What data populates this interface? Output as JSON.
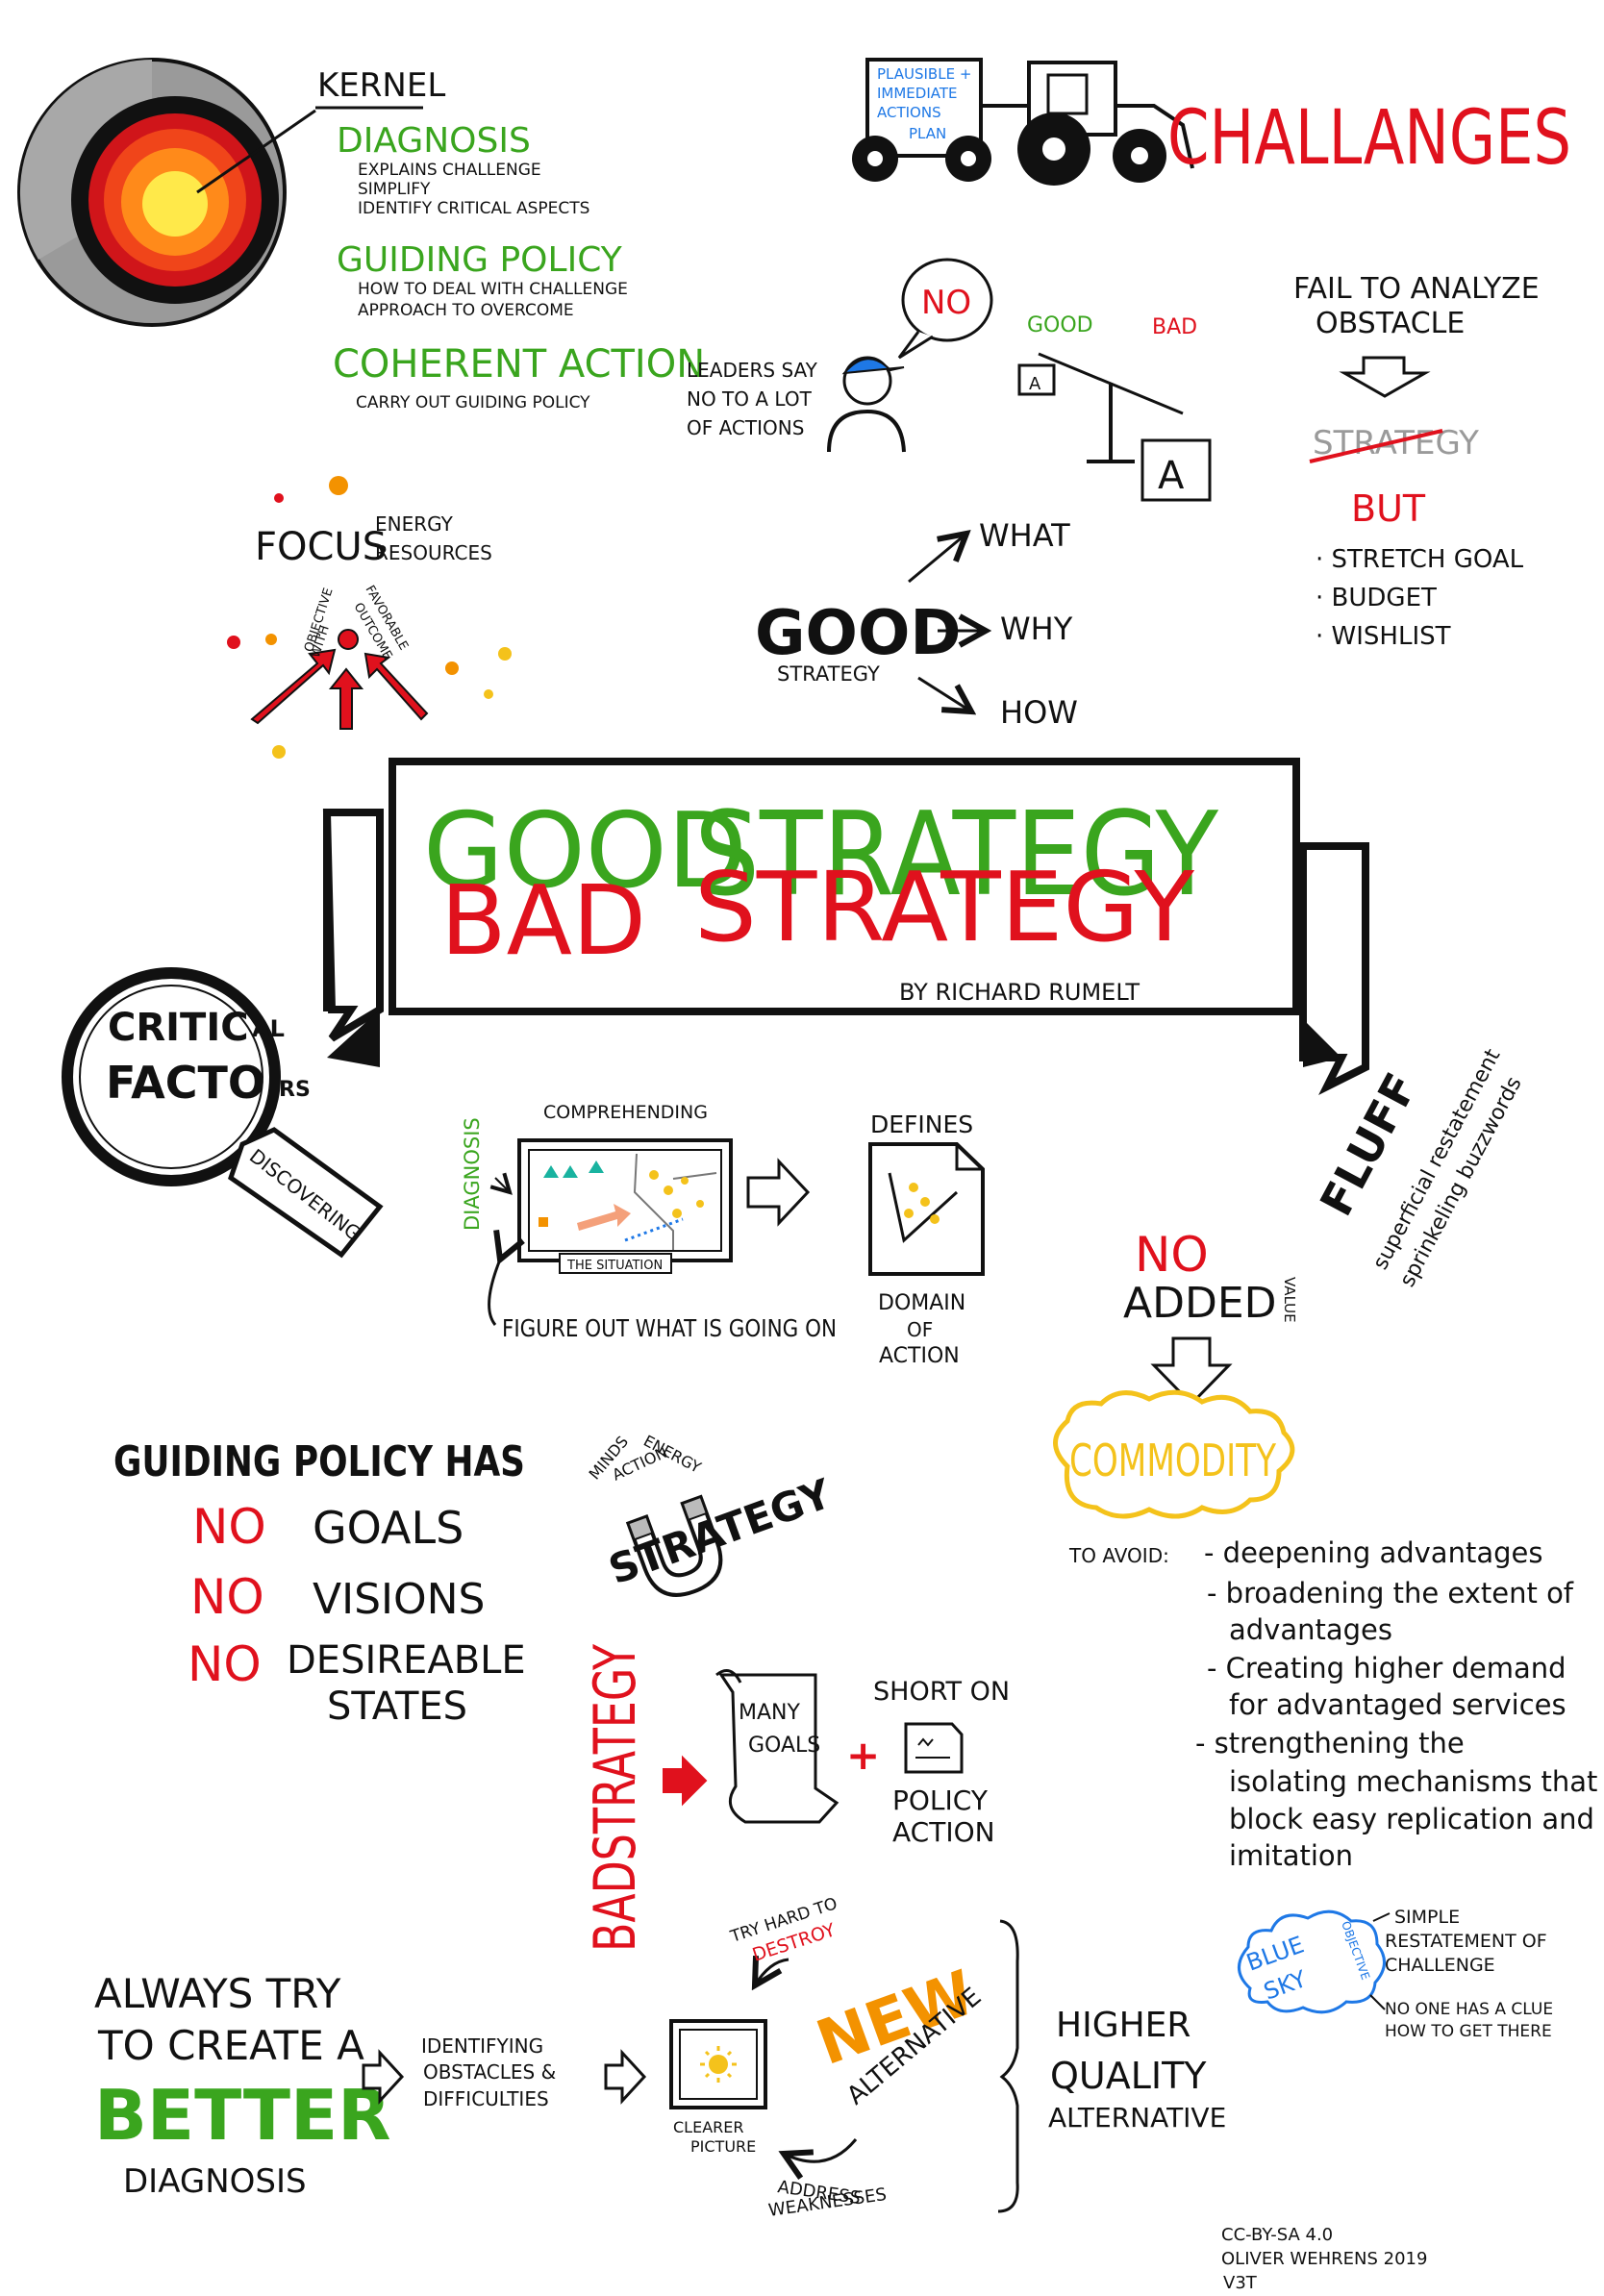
{
  "colors": {
    "green": "#3aa51e",
    "red": "#e0111d",
    "orange": "#f39200",
    "yellow": "#f4c21b",
    "blue": "#1e78e6",
    "black": "#111111",
    "grey": "#9a9a9a"
  },
  "kernel": {
    "title": "KERNEL",
    "diagnosis": {
      "heading": "DIAGNOSIS",
      "lines": [
        "EXPLAINS CHALLENGE",
        "SIMPLIFY",
        "IDENTIFY CRITICAL ASPECTS"
      ]
    },
    "guiding_policy": {
      "heading": "GUIDING POLICY",
      "lines": [
        "HOW TO DEAL WITH CHALLENGE",
        "APPROACH TO OVERCOME"
      ]
    },
    "coherent_action": {
      "heading": "COHERENT ACTION",
      "lines": [
        "CARRY OUT GUIDING POLICY"
      ]
    }
  },
  "challenges": {
    "title": "CHALLANGES",
    "truck_lines": [
      "PLAUSIBLE +",
      "IMMEDIATE",
      "ACTIONS",
      "PLAN"
    ]
  },
  "leaders": {
    "bubble": "NO",
    "lines": [
      "LEADERS SAY",
      "NO TO A LOT",
      "OF ACTIONS"
    ]
  },
  "scale": {
    "good": "GOOD",
    "bad": "BAD",
    "small_box": "A",
    "large_box": "A"
  },
  "fail": {
    "lines": [
      "FAIL TO ANALYZE",
      "OBSTACLE"
    ],
    "struck": "STRATEGY",
    "but": "BUT",
    "items": [
      "· STRETCH GOAL",
      "· BUDGET",
      "· WISHLIST"
    ]
  },
  "focus": {
    "word": "FOCUS",
    "side": [
      "ENERGY",
      "RESOURCES"
    ],
    "target_left": [
      "OBJECTIVE",
      "WITH"
    ],
    "target_right": [
      "FAVORABLE",
      "OUTCOME"
    ]
  },
  "good_strategy_small": {
    "big": "GOOD",
    "small": "STRATEGY",
    "branches": [
      "WHAT",
      "WHY",
      "HOW"
    ]
  },
  "banner": {
    "good": "GOOD",
    "strategy_green": "STRATEGY",
    "bad": "BAD",
    "strategy_red": "STRATEGY",
    "author": "BY RICHARD RUMELT"
  },
  "critical": {
    "line1": "CRITIC",
    "line1b": "AL",
    "line2": "FACTO",
    "line2b": "RS",
    "handle": "DISCOVERING"
  },
  "diagnosis_flow": {
    "side": "DIAGNOSIS",
    "top": "COMPREHENDING",
    "frame_label": "THE SITUATION",
    "caption": "FIGURE OUT WHAT IS GOING ON",
    "defines": "DEFINES",
    "domain": [
      "DOMAIN",
      "OF",
      "ACTION"
    ]
  },
  "fluff": {
    "title": "FLUFF",
    "lines": [
      "superficial restatement",
      "sprinkeling buzzwords"
    ]
  },
  "commodity": {
    "no": "NO",
    "added": "ADDED",
    "value": "VALUE",
    "cloud": "COMMODITY",
    "avoid_label": "TO AVOID:",
    "avoid_items": [
      "- deepening advantages",
      "- broadening the extent of",
      "advantages",
      "- Creating higher demand",
      "for advantaged services",
      "- strengthening the",
      "isolating mechanisms that",
      "block easy replication and",
      "imitation"
    ]
  },
  "guiding_no": {
    "heading": "GUIDING POLICY HAS",
    "rows": [
      {
        "no": "NO",
        "text": "GOALS"
      },
      {
        "no": "NO",
        "text": "VISIONS"
      },
      {
        "no": "NO",
        "text": "DESIREABLE"
      }
    ],
    "extra": "STATES"
  },
  "magnet": {
    "minds": "MINDS",
    "energy": "ENERGY",
    "action": "ACTION",
    "strategy": "STRATEGY"
  },
  "bad_strategy": {
    "vertical": "BADSTRATEGY",
    "scroll": [
      "MANY",
      "GOALS"
    ],
    "plus": "+",
    "short": "SHORT ON",
    "policy": [
      "POLICY",
      "ACTION"
    ]
  },
  "blue_sky": {
    "blue": "BLUE",
    "sky": "SKY",
    "objective": "OBJECTIVE",
    "a": "SIMPLE",
    "b": "RESTATEMENT OF",
    "c": "CHALLENGE",
    "d": "NO ONE HAS A CLUE",
    "e": "HOW TO GET THERE"
  },
  "better": {
    "l1": "ALWAYS TRY",
    "l2": "TO CREATE A",
    "big": "BETTER",
    "l3": "DIAGNOSIS",
    "identify": [
      "IDENTIFYING",
      "OBSTACLES &",
      "DIFFICULTIES"
    ],
    "clearer": [
      "CLEARER",
      "PICTURE"
    ],
    "try_hard": "TRY HARD TO",
    "destroy": "DESTROY",
    "new": "NEW",
    "alternative": "ALTERNATIVE",
    "address": [
      "ADDRESS",
      "WEAKNESSES"
    ],
    "higher": [
      "HIGHER",
      "QUALITY",
      "ALTERNATIVE"
    ]
  },
  "credits": [
    "CC-BY-SA 4.0",
    "OLIVER WEHRENS 2019",
    "V3T"
  ]
}
